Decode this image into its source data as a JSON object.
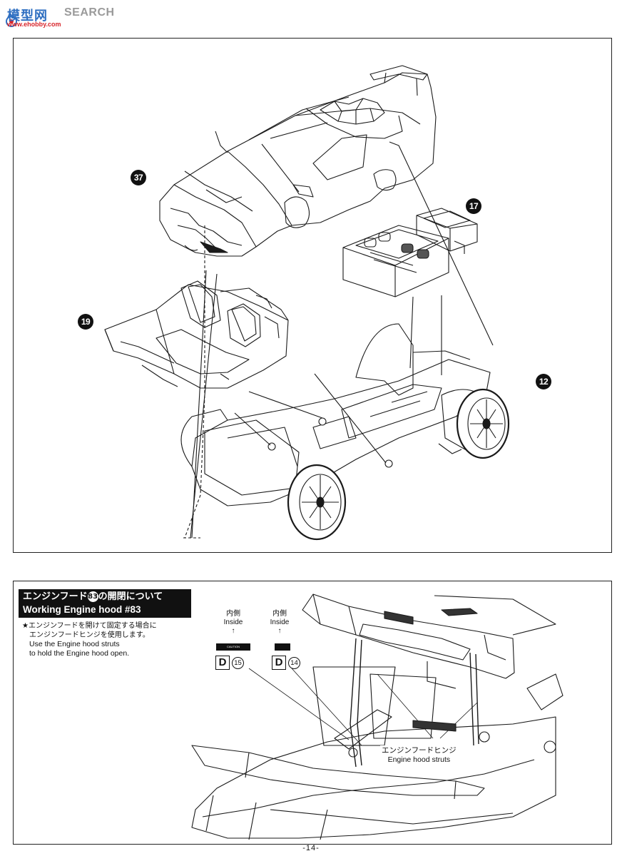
{
  "watermark": {
    "site_zh": "模型网",
    "site_url": "www.ehobby.com",
    "search": "SEARCH"
  },
  "top_diagram": {
    "callouts": [
      {
        "id": "body",
        "label": "37"
      },
      {
        "id": "engine",
        "label": "17"
      },
      {
        "id": "interior",
        "label": "19"
      },
      {
        "id": "chassis",
        "label": "12"
      }
    ]
  },
  "hood_section": {
    "title_jp_before": "エンジンフード",
    "title_part_no": "83",
    "title_jp_after": "の開閉について",
    "title_en": "Working Engine hood #83",
    "note_jp_1": "★エンジンフードを開けて固定する場合に",
    "note_jp_2": "エンジンフードヒンジを使用します。",
    "note_en_1": "Use the Engine hood struts",
    "note_en_2": "to hold the Engine hood open.",
    "decal_a": {
      "inside_jp": "内側",
      "inside_en": "Inside",
      "arrow": "↑",
      "sheet": "D",
      "number": "15",
      "decal_text": "CAUTION"
    },
    "decal_b": {
      "inside_jp": "内側",
      "inside_en": "Inside",
      "arrow": "↑",
      "sheet": "D",
      "number": "14"
    },
    "strut_label_jp": "エンジンフードヒンジ",
    "strut_label_en": "Engine hood struts"
  },
  "page_number": "-14-"
}
